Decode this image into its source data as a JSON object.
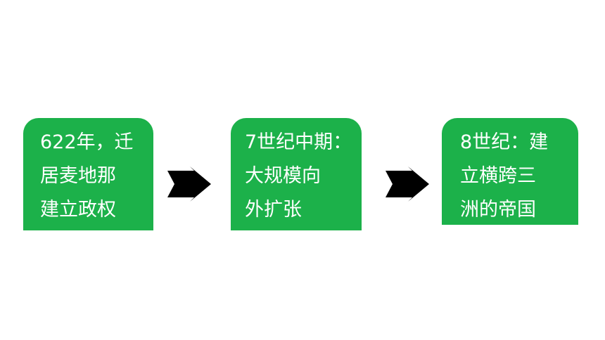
{
  "steps": [
    {
      "lines": [
        "622年，迁",
        "居麦地那",
        "建立政权"
      ]
    },
    {
      "lines": [
        "7世纪中期：",
        "大规模向",
        "外扩张"
      ]
    },
    {
      "lines": [
        "8世纪：建",
        "立横跨三",
        "洲的帝国"
      ]
    }
  ],
  "colors": {
    "box": "#1cb14a",
    "text": "#ffffff",
    "arrow": "#000000"
  }
}
